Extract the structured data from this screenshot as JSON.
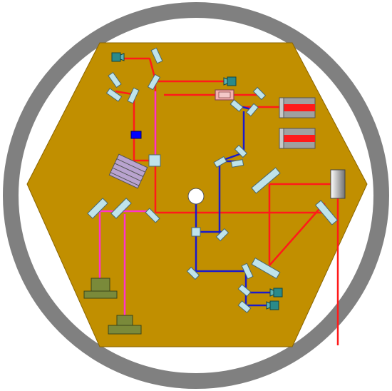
{
  "diagram": {
    "description_visible_text": "",
    "colors": {
      "background": "#ffffff",
      "ring": "#808080",
      "breadboard": "#c18f00",
      "breadboard_edge": "#8a6500",
      "beam_red": "#ff1a1a",
      "beam_blue": "#1a1acc",
      "beam_magenta": "#ff33cc",
      "optic_fill": "#bfe3ea",
      "optic_stroke": "#4a6a70",
      "detector_teal": "#2a8a8a",
      "mount_olive": "#7a8a3a",
      "grating_purple": "#b9a3cf",
      "laser_gray": "#a0a0a0",
      "modulator_pink": "#f4b0b0",
      "eom_blue": "#0000ff",
      "port_white": "#ffffff"
    },
    "components": {
      "ring": "vacuum-chamber-ring",
      "breadboard": "hexagonal-breadboard",
      "lasers": [
        "laser-source-upper",
        "laser-source-lower"
      ],
      "input_fiber": "fiber-collimator",
      "grating": "diffraction-grating",
      "central_port": "central-viewport",
      "cameras": [
        "camera-left",
        "camera-bottom"
      ]
    }
  }
}
